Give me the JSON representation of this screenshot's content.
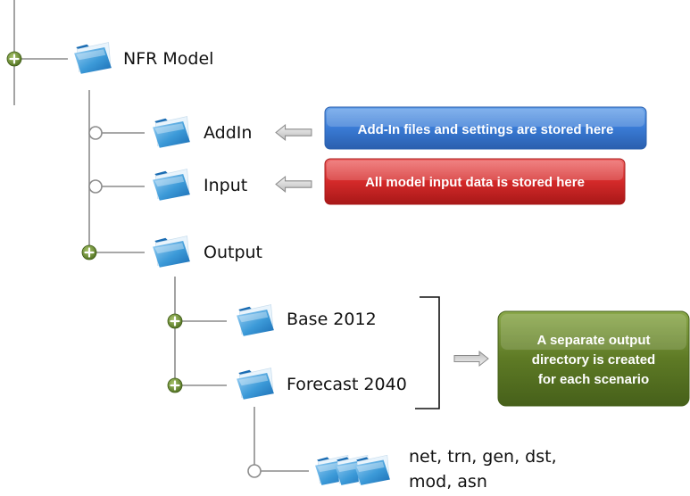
{
  "nodes": {
    "root": {
      "label": "NFR Model"
    },
    "addin": {
      "label": "AddIn"
    },
    "input": {
      "label": "Input"
    },
    "output": {
      "label": "Output"
    },
    "base": {
      "label": "Base 2012"
    },
    "forecast": {
      "label": "Forecast 2040"
    },
    "files": {
      "label_line1": "net, trn, gen, dst,",
      "label_line2": "mod, asn"
    }
  },
  "callouts": {
    "addin": {
      "text": "Add-In files and settings are stored here",
      "color": "#3a7bd5"
    },
    "input": {
      "text": "All model input data is stored here",
      "color": "#d42a2a"
    },
    "scenario": {
      "line1": "A separate output",
      "line2": "directory is created",
      "line3": "for each scenario",
      "color": "#5e7a25"
    }
  },
  "colors": {
    "folder": "#3c9ad8",
    "expanded_node": "#6b8e2a",
    "tree_line": "#8c8c8c"
  },
  "icons": {
    "folder": "folder-icon",
    "expand": "expand-plus-icon",
    "collapse": "empty-circle-icon",
    "arrow": "left-arrow-icon"
  }
}
